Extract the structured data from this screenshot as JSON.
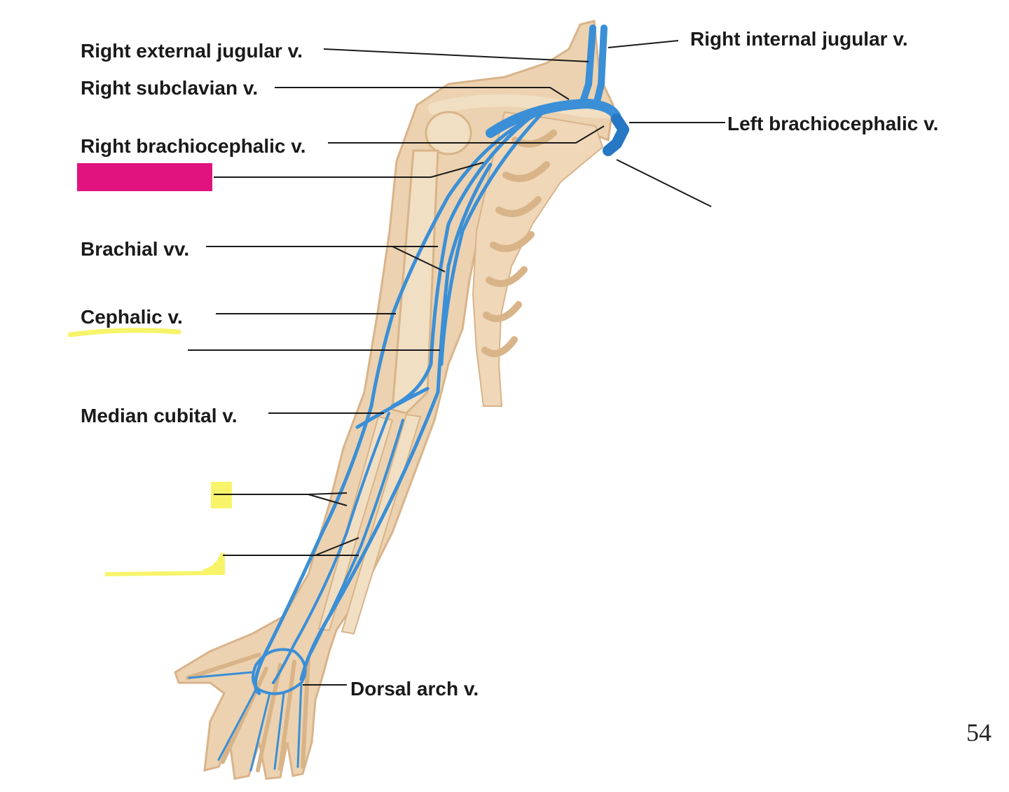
{
  "labels": {
    "right_external_jugular": "Right external jugular v.",
    "right_subclavian": "Right subclavian v.",
    "right_brachiocephalic": "Right brachiocephalic v.",
    "brachial": "Brachial vv.",
    "cephalic": "Cephalic v.",
    "median_cubital": "Median cubital v.",
    "dorsal_arch": "Dorsal arch v.",
    "right_internal_jugular": "Right internal jugular v.",
    "left_brachiocephalic": "Left brachiocephalic v."
  },
  "page_number": "54",
  "colors": {
    "skin": "#ecd2b0",
    "skin_edge": "#d9b38a",
    "bone": "#f1dfc4",
    "bone_shadow": "#d8b488",
    "vein": "#3b8fd6",
    "vein_dark": "#2677c4",
    "redaction_magenta": "#e0137f",
    "redaction_yellow": "#f7f46a"
  }
}
